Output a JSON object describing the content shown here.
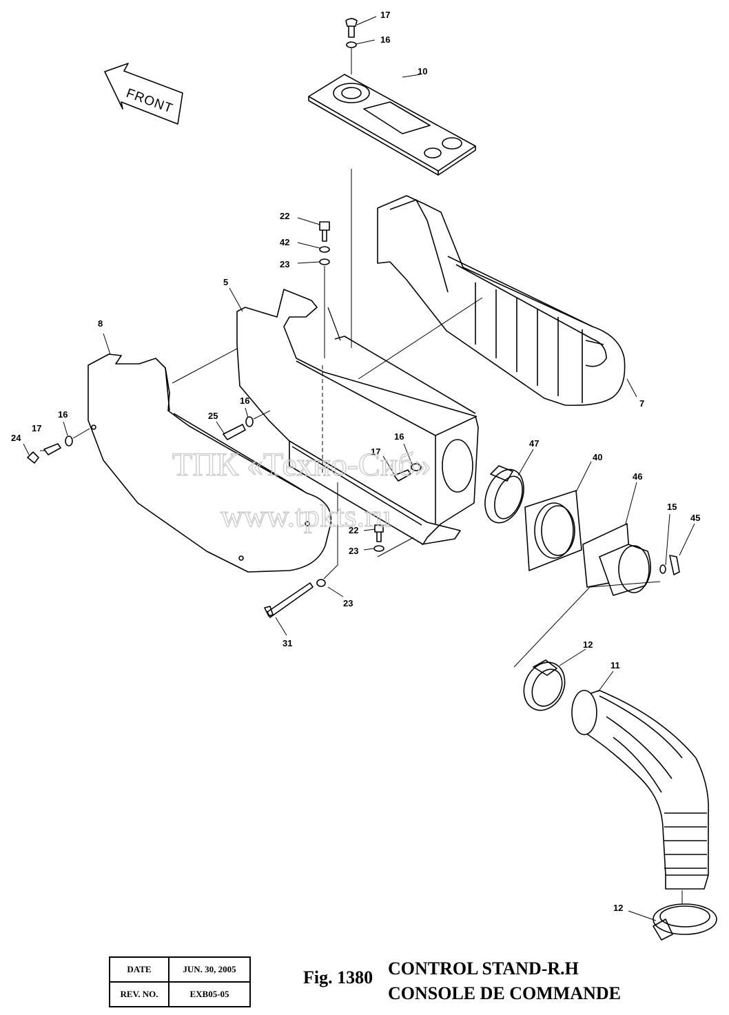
{
  "front_label": "FRONT",
  "watermark": {
    "line1": "ТПК «Техно-Сиб»",
    "line2": "www.tpkts.ru"
  },
  "callouts": [
    {
      "id": "c17a",
      "text": "17"
    },
    {
      "id": "c16a",
      "text": "16"
    },
    {
      "id": "c10",
      "text": "10"
    },
    {
      "id": "c22a",
      "text": "22"
    },
    {
      "id": "c42",
      "text": "42"
    },
    {
      "id": "c23a",
      "text": "23"
    },
    {
      "id": "c5",
      "text": "5"
    },
    {
      "id": "c8",
      "text": "8"
    },
    {
      "id": "c7",
      "text": "7"
    },
    {
      "id": "c16b",
      "text": "16"
    },
    {
      "id": "c25",
      "text": "25"
    },
    {
      "id": "c24",
      "text": "24"
    },
    {
      "id": "c17b",
      "text": "17"
    },
    {
      "id": "c16c",
      "text": "16"
    },
    {
      "id": "c16d",
      "text": "16"
    },
    {
      "id": "c17c",
      "text": "17"
    },
    {
      "id": "c47",
      "text": "47"
    },
    {
      "id": "c40",
      "text": "40"
    },
    {
      "id": "c46",
      "text": "46"
    },
    {
      "id": "c15",
      "text": "15"
    },
    {
      "id": "c45",
      "text": "45"
    },
    {
      "id": "c22b",
      "text": "22"
    },
    {
      "id": "c23b",
      "text": "23"
    },
    {
      "id": "c23c",
      "text": "23"
    },
    {
      "id": "c31",
      "text": "31"
    },
    {
      "id": "c12a",
      "text": "12"
    },
    {
      "id": "c11",
      "text": "11"
    },
    {
      "id": "c12b",
      "text": "12"
    }
  ],
  "revision_block": {
    "date_label": "DATE",
    "date_value": "JUN. 30, 2005",
    "rev_label": "REV. NO.",
    "rev_value": "EXB05-05"
  },
  "figure": {
    "number": "Fig. 1380",
    "title_en": "CONTROL STAND-R.H",
    "title_fr": "CONSOLE DE COMMANDE"
  }
}
